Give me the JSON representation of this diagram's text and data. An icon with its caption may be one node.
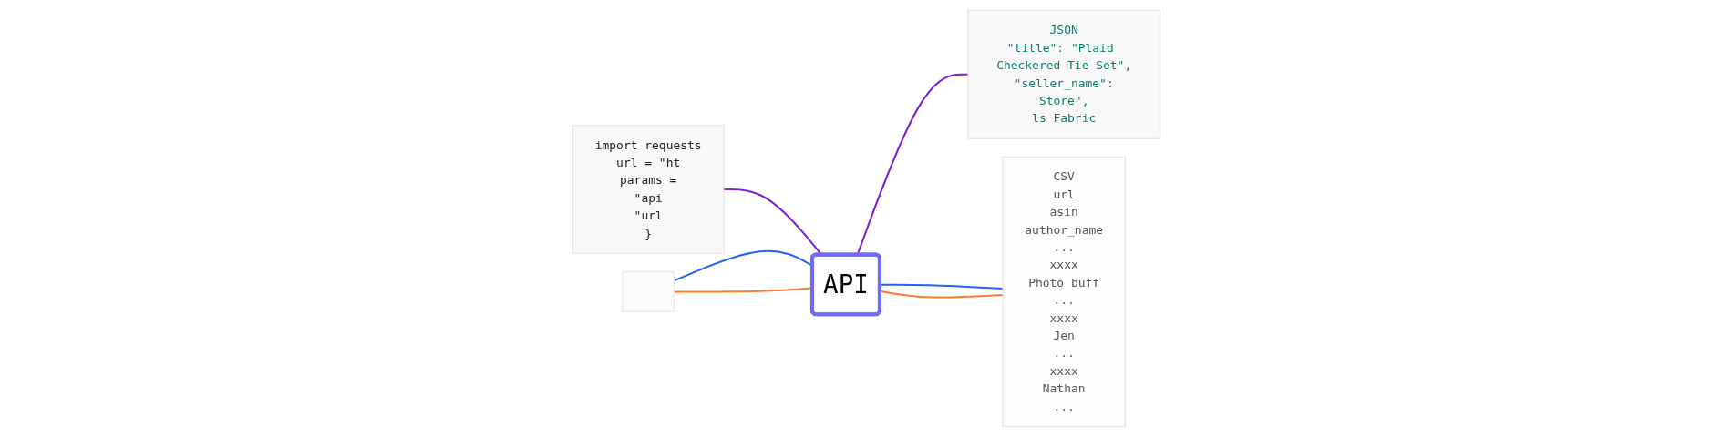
{
  "diagram": {
    "nodes": [
      {
        "text": [
          "import requests",
          "url = \"ht",
          "params =",
          "\"api",
          "\"url",
          "}"
        ]
      },
      {
        "text": [],
        "shape": "box"
      },
      {
        "text": [
          "API"
        ]
      },
      {
        "text": [
          "JSON",
          "\"title\": \"Plaid Checkered Tie Set\",",
          "\"seller_name\":",
          "Store\",",
          "ls Fabric"
        ]
      },
      {
        "text": [
          "CSV",
          "url",
          "asin",
          "author_name",
          "...",
          "xxxx",
          "Photo buff",
          "...",
          "xxxx",
          "Jen",
          "...",
          "xxxx",
          "Nathan",
          "..."
        ]
      }
    ],
    "edges": [
      {
        "from": 0,
        "to": 2,
        "arrow": "none",
        "color": "#7a1fd2"
      },
      {
        "from": 1,
        "to": 2,
        "arrow": "none",
        "color": "#1f66f5"
      },
      {
        "from": 1,
        "to": 2,
        "arrow": "none",
        "color": "#ff7a30"
      },
      {
        "from": 2,
        "to": 3,
        "arrow": "none",
        "color": "#7a1fd2"
      },
      {
        "from": 2,
        "to": 4,
        "arrow": "none",
        "color": "#1f66f5"
      },
      {
        "from": 2,
        "to": 4,
        "arrow": "none",
        "color": "#ff7a30"
      }
    ]
  }
}
